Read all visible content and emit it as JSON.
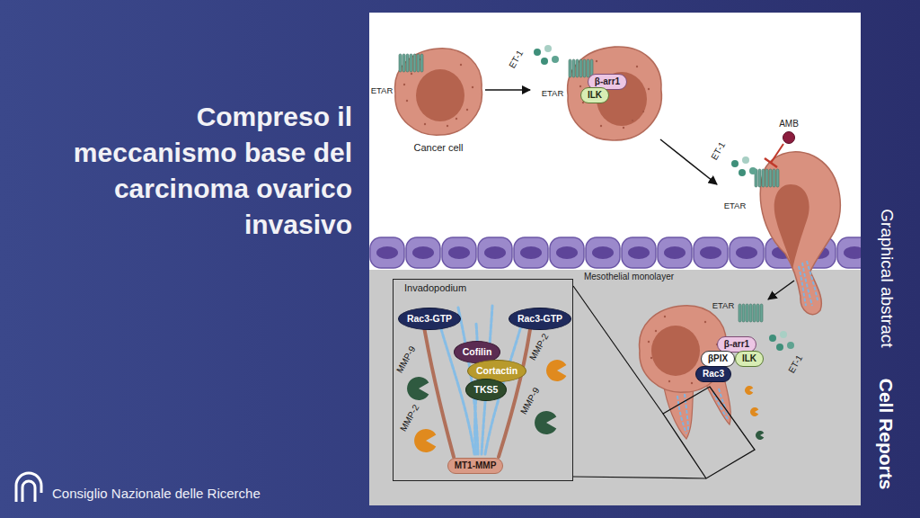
{
  "diagram": {
    "title": "Compreso il meccanismo base del carcinoma ovarico invasivo",
    "nodes": [
      {
        "text": [
          "β-arr1"
        ]
      },
      {
        "text": [
          "ILK"
        ]
      },
      {
        "text": [
          "AMB"
        ]
      },
      {
        "text": [
          "Invadopodium"
        ]
      },
      {
        "text": [
          "Rac3-GTP"
        ],
        "in": 3
      },
      {
        "text": [
          "Rac3-GTP"
        ],
        "in": 3
      },
      {
        "text": [
          "Cofilin"
        ],
        "in": 3
      },
      {
        "text": [
          "Cortactin"
        ],
        "in": 3
      },
      {
        "text": [
          "TKS5"
        ],
        "in": 3
      },
      {
        "text": [
          "MT1-MMP"
        ],
        "in": 3
      },
      {
        "text": [
          "β-arr1"
        ]
      },
      {
        "text": [
          "βPIX"
        ]
      },
      {
        "text": [
          "ILK"
        ]
      },
      {
        "text": [
          "Rac3"
        ]
      }
    ],
    "labels": [
      "ETAR",
      "Cancer cell",
      "ET-1",
      "ETAR",
      "ET-1",
      "ETAR",
      "Mesothelial monolayer",
      "MMP-9",
      "MMP-2",
      "MMP-2",
      "MMP-9",
      "ETAR",
      "ET-1",
      "Graphical abstract",
      "Cell Reports",
      "Consiglio Nazionale delle Ricerche"
    ]
  }
}
